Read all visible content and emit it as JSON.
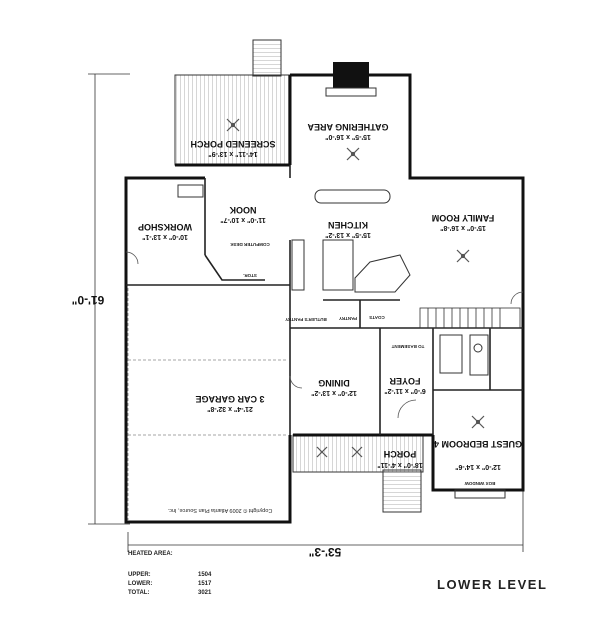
{
  "title": "LOWER LEVEL",
  "overall_dims": {
    "width": "53'-3\"",
    "depth": "61'-0\""
  },
  "rooms": [
    {
      "name": "GATHERING AREA",
      "dims": "15'-5\" x 16'-0\""
    },
    {
      "name": "SCREENED PORCH",
      "dims": "14'-11\" x 13'-9\""
    },
    {
      "name": "NOOK",
      "dims": "11'-0\" x 10'-7\""
    },
    {
      "name": "KITCHEN",
      "dims": "15'-5\" x 13'-2\""
    },
    {
      "name": "FAMILY ROOM",
      "dims": "15'-0\" x 16'-8\""
    },
    {
      "name": "WORKSHOP",
      "dims": "10'-0\" x 13'-1\""
    },
    {
      "name": "3 CAR GARAGE",
      "dims": "21'-4\" x 32'-8\""
    },
    {
      "name": "DINING",
      "dims": "12'-0\" x 13'-2\""
    },
    {
      "name": "FOYER",
      "dims": "6'-0\" x 11'-2\""
    },
    {
      "name": "PORCH",
      "dims": "18'-0\" x 4'-11\""
    },
    {
      "name": "GUEST BEDROOM 4",
      "dims": "12'-0\" x 14'-6\""
    }
  ],
  "small_labels": {
    "computer_desk": "COMPUTER DESK",
    "stor": "STOR.",
    "pantry": "PANTRY",
    "butlers_pantry": "BUTLER'S PANTRY",
    "coats": "COATS",
    "to_basement": "TO BASEMENT",
    "box_window": "BOX WINDOW",
    "copyright": "Copyright © 2009 Atlanta Plan Source, Inc."
  },
  "heated_area": {
    "title": "HEATED AREA:",
    "rows": [
      {
        "label": "UPPER:",
        "value": "1504"
      },
      {
        "label": "LOWER:",
        "value": "1517"
      },
      {
        "label": "TOTAL:",
        "value": "3021"
      }
    ]
  }
}
